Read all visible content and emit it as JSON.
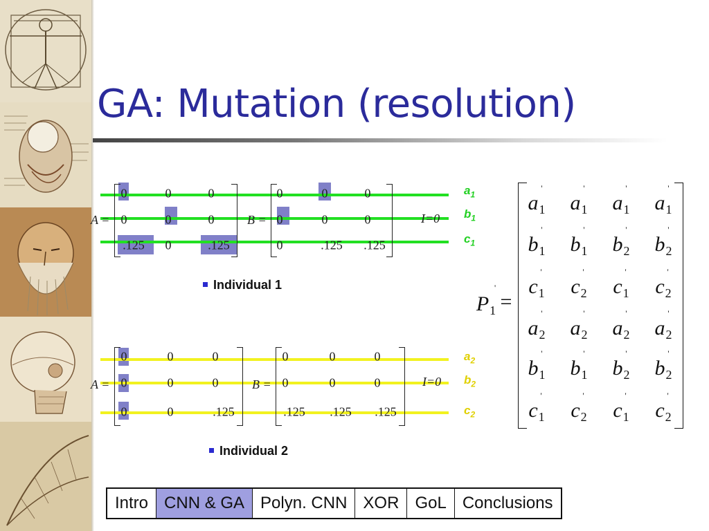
{
  "slide": {
    "title": "GA: Mutation (resolution)"
  },
  "individual1": {
    "caption": "Individual 1",
    "A": {
      "name": "A",
      "rows": [
        [
          "0",
          "0",
          "0"
        ],
        [
          "0",
          "0",
          "0"
        ],
        [
          ".125",
          "0",
          ".125"
        ]
      ]
    },
    "B": {
      "name": "B",
      "rows": [
        [
          "0",
          "0",
          "0"
        ],
        [
          "0",
          "0",
          "0"
        ],
        [
          "0",
          ".125",
          ".125"
        ]
      ]
    },
    "io": "I=0",
    "row_labels": [
      "a",
      "b",
      "c"
    ],
    "row_subscript": "1"
  },
  "individual2": {
    "caption": "Individual 2",
    "A": {
      "name": "A",
      "rows": [
        [
          "0",
          "0",
          "0"
        ],
        [
          "0",
          "0",
          "0"
        ],
        [
          "0",
          "0",
          ".125"
        ]
      ]
    },
    "B": {
      "name": "B",
      "rows": [
        [
          "0",
          "0",
          "0"
        ],
        [
          "0",
          "0",
          "0"
        ],
        [
          ".125",
          ".125",
          ".125"
        ]
      ]
    },
    "io": "I=0",
    "row_labels": [
      "a",
      "b",
      "c"
    ],
    "row_subscript": "2"
  },
  "p_matrix": {
    "name": "P",
    "name_subscript": "1",
    "prime": "'",
    "equals": "=",
    "rows": [
      [
        [
          "a",
          "1"
        ],
        [
          "a",
          "1"
        ],
        [
          "a",
          "1"
        ],
        [
          "a",
          "1"
        ]
      ],
      [
        [
          "b",
          "1"
        ],
        [
          "b",
          "1"
        ],
        [
          "b",
          "2"
        ],
        [
          "b",
          "2"
        ]
      ],
      [
        [
          "c",
          "1"
        ],
        [
          "c",
          "2"
        ],
        [
          "c",
          "1"
        ],
        [
          "c",
          "2"
        ]
      ],
      [
        [
          "a",
          "2"
        ],
        [
          "a",
          "2"
        ],
        [
          "a",
          "2"
        ],
        [
          "a",
          "2"
        ]
      ],
      [
        [
          "b",
          "1"
        ],
        [
          "b",
          "1"
        ],
        [
          "b",
          "2"
        ],
        [
          "b",
          "2"
        ]
      ],
      [
        [
          "c",
          "1"
        ],
        [
          "c",
          "2"
        ],
        [
          "c",
          "1"
        ],
        [
          "c",
          "2"
        ]
      ]
    ]
  },
  "nav": {
    "items": [
      "Intro",
      "CNN & GA",
      "Polyn. CNN",
      "XOR",
      "GoL",
      "Conclusions"
    ],
    "active_index": 1
  },
  "colors": {
    "title": "#2b2b9b",
    "highlight": "#8080c8",
    "green_bar": "#22e022",
    "yellow_bar": "#f2f21f",
    "nav_active": "#9f9fe0"
  },
  "icons": {
    "bullet": "square-bullet-icon"
  }
}
